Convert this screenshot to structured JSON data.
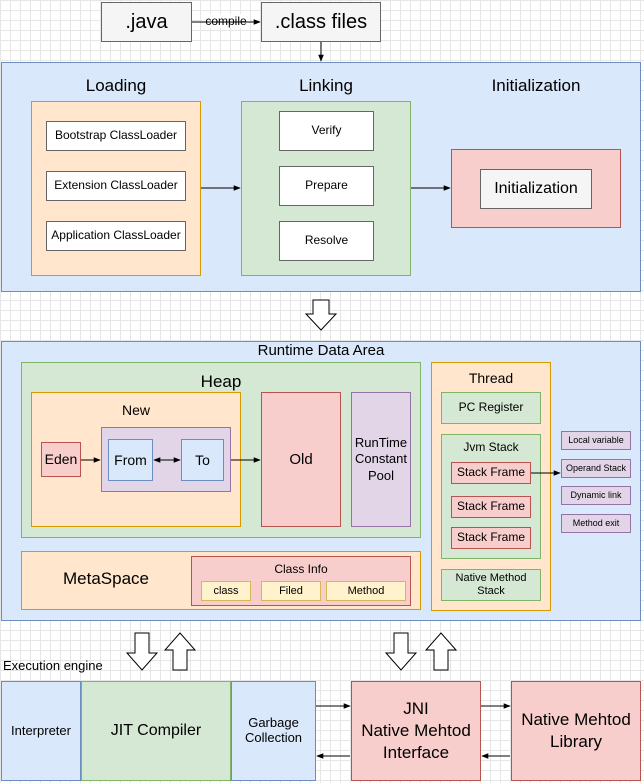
{
  "top": {
    "java": ".java",
    "compile": "compile",
    "class_files": ".class files"
  },
  "loading": {
    "title": "Loading",
    "loaders": [
      "Bootstrap ClassLoader",
      "Extension ClassLoader",
      "Application ClassLoader"
    ]
  },
  "linking": {
    "title": "Linking",
    "steps": [
      "Verify",
      "Prepare",
      "Resolve"
    ]
  },
  "initialization": {
    "title": "Initialization",
    "box": "Initialization"
  },
  "runtime": {
    "title": "Runtime Data Area",
    "heap": {
      "title": "Heap",
      "new": "New",
      "eden": "Eden",
      "from": "From",
      "to": "To",
      "old": "Old",
      "pool": "RunTime\nConstant\nPool"
    },
    "metaspace": {
      "title": "MetaSpace",
      "class_info": "Class Info",
      "items": [
        "class",
        "Filed",
        "Method"
      ]
    },
    "thread": {
      "title": "Thread",
      "pc": "PC Register",
      "jvm_stack": "Jvm Stack",
      "frames": [
        "Stack Frame",
        "Stack Frame",
        "Stack Frame"
      ],
      "native_stack": "Native Method\nStack",
      "frame_parts": [
        "Local variable",
        "Operand Stack",
        "Dynamic link",
        "Method exit"
      ]
    }
  },
  "engine": {
    "title": "Execution engine",
    "interpreter": "Interpreter",
    "jit": "JIT Compiler",
    "gc": "Garbage\nCollection",
    "jni": "JNI\nNative Mehtod\nInterface",
    "native_lib": "Native Mehtod\nLibrary"
  }
}
